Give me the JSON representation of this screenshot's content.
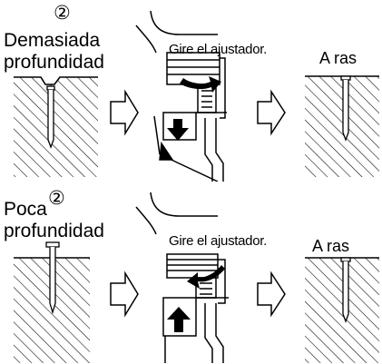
{
  "top": {
    "marker": "②",
    "title_line1": "Demasiada",
    "title_line2": "profundidad",
    "instruction": "Gire el ajustador.",
    "result": "A ras"
  },
  "bottom": {
    "title_line1": "Poca",
    "marker": "②",
    "title_line2": "profundidad",
    "instruction": "Gire el ajustador.",
    "result": "A ras"
  },
  "icons": {
    "arrow_right": "hollow-right-arrow",
    "arrow_down": "solid-down-arrow",
    "arrow_up": "solid-up-arrow",
    "rotate": "curved-rotate-arrow"
  },
  "colors": {
    "line": "#000000",
    "background": "#ffffff"
  }
}
